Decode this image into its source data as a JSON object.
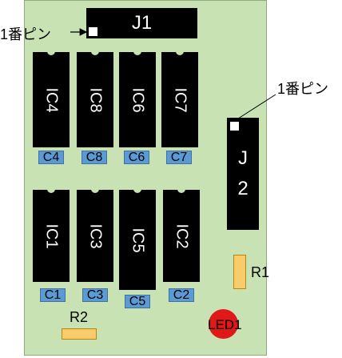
{
  "connectors": {
    "j1": {
      "label": "J1"
    },
    "j2": {
      "label_top": "J",
      "label_bottom": "2"
    }
  },
  "callouts": {
    "pin1_j1": "1番ピン",
    "pin1_j2": "1番ピン"
  },
  "ics": {
    "top_row": [
      "IC4",
      "IC8",
      "IC6",
      "IC7"
    ],
    "bottom_row": [
      "IC1",
      "IC3",
      "IC5",
      "IC2"
    ]
  },
  "capacitors": {
    "top_row": [
      "C4",
      "C8",
      "C6",
      "C7"
    ],
    "bottom_row": [
      "C1",
      "C3",
      "C5",
      "C2"
    ]
  },
  "resistors": {
    "r1": "R1",
    "r2": "R2"
  },
  "led": {
    "label": "LED1"
  },
  "colors": {
    "board": "#c9e2b4",
    "component_body": "#000000",
    "capacitor": "#5b9bd5",
    "resistor": "#f8cb6b",
    "led": "#e01818"
  }
}
